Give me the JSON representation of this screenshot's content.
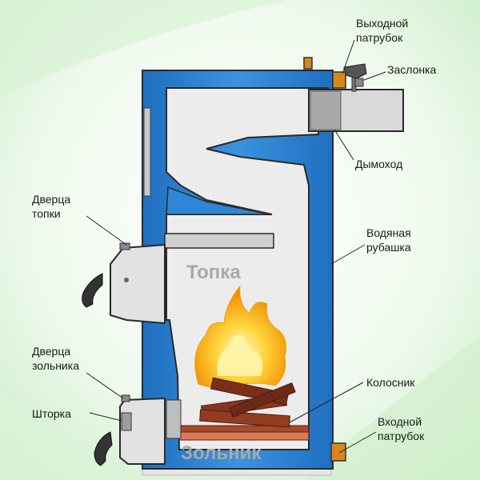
{
  "labels": {
    "outlet_pipe": [
      "Выходной",
      "патрубок"
    ],
    "damper": "Заслонка",
    "chimney": "Дымоход",
    "water_jacket": [
      "Водяная",
      "рубашка"
    ],
    "grate": "Колосник",
    "inlet_pipe": [
      "Входной",
      "патрубок"
    ],
    "firebox_door": [
      "Дверца",
      "топки"
    ],
    "ash_door": [
      "Дверца",
      "зольника"
    ],
    "shutter": "Шторка",
    "firebox": "Топка",
    "ash_pit": "Зольник"
  },
  "colors": {
    "water_jacket": "#2f86d6",
    "body": "#e9e9e9",
    "outline": "#2a2a2a",
    "background": "#eaf7e6",
    "pipe": "#d8871e",
    "wood": "#8a3520",
    "flame": "#f7b400"
  }
}
